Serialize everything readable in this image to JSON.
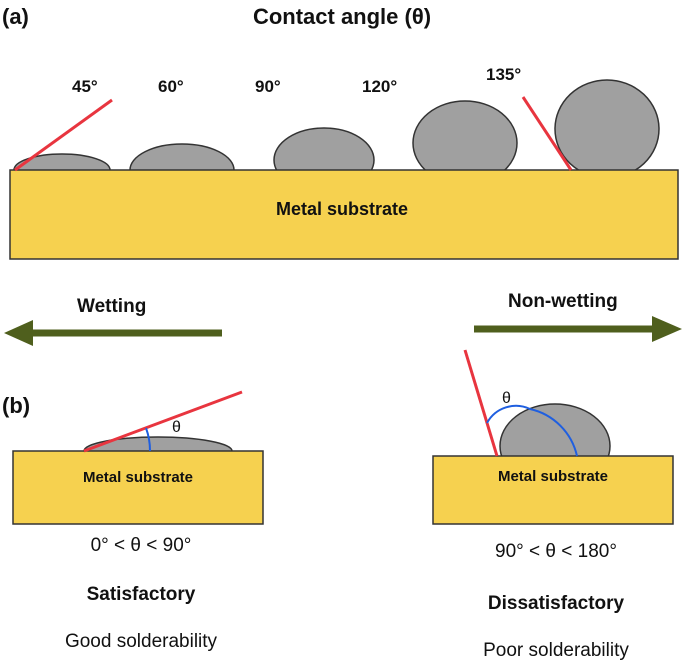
{
  "panel_a": {
    "label": "(a)",
    "title": "Contact angle (θ)",
    "angles": [
      "45°",
      "60°",
      "90°",
      "120°",
      "135°"
    ],
    "substrate_label": "Metal substrate"
  },
  "direction": {
    "left_label": "Wetting",
    "right_label": "Non-wetting",
    "arrow_color": "#4f5f1d"
  },
  "panel_b": {
    "label": "(b)",
    "left": {
      "substrate_label": "Metal substrate",
      "theta": "θ",
      "range": "0° < θ < 90°",
      "verdict": "Satisfactory",
      "note": "Good solderability"
    },
    "right": {
      "substrate_label": "Metal substrate",
      "theta": "θ",
      "range": "90° < θ < 180°",
      "verdict": "Dissatisfactory",
      "note": "Poor solderability"
    }
  },
  "colors": {
    "substrate": "#f6d14f",
    "droplet": "#a0a0a0",
    "tangent_line": "#e8353f",
    "angle_arc": "#1f5fe0",
    "outline": "#333333"
  }
}
